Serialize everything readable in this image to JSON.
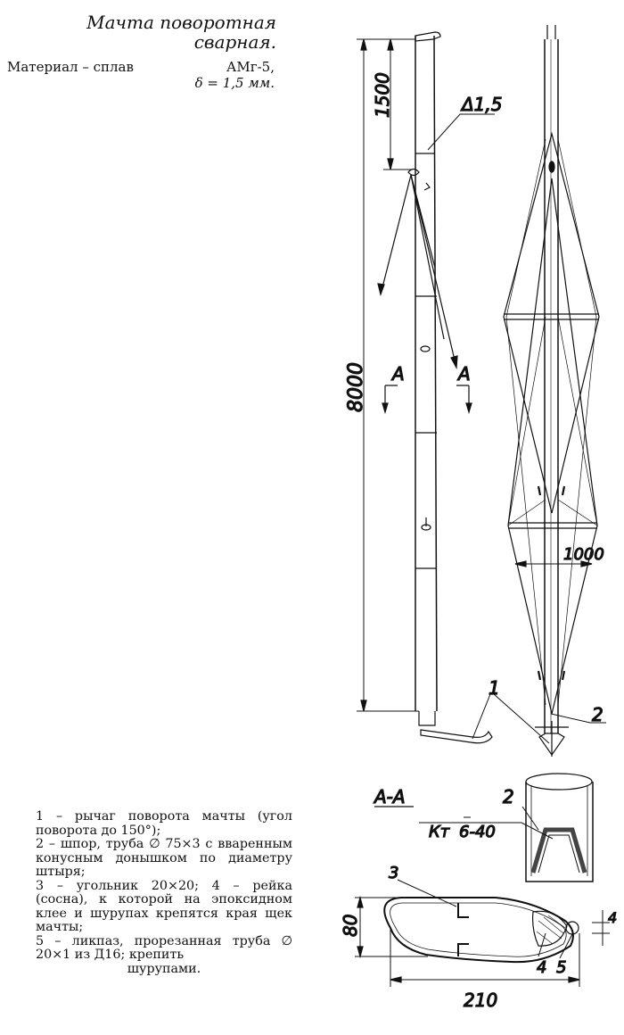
{
  "title": {
    "line1": "Мачта поворотная",
    "line2": "сварная."
  },
  "material": {
    "label": "Материал – сплав",
    "alloy": "АМг-5,",
    "thickness": "δ = 1,5 мм."
  },
  "dimensions": {
    "height_total": "8000",
    "top_segment": "1500",
    "weld": "Δ1,5",
    "spreader_width": "1000",
    "section_height": "80",
    "section_width": "210",
    "slot": "4"
  },
  "section": {
    "mark_left": "А",
    "mark_right": "А",
    "title": "А-А",
    "weld_symbol": "Кт",
    "weld_spec": "6-40"
  },
  "callouts": [
    "1",
    "2",
    "3",
    "4",
    "5"
  ],
  "legend": [
    "1 – рычаг поворота мачты (угол поворота до 150°);",
    "2 – шпор, труба ∅ 75×3 с вваренным конусным донышком по диаметру штыря;",
    "3 – угольник 20×20; 4 – рейка (сосна), к которой на эпоксидном клее и шурупах крепятся края щек мачты;",
    "5 – ликпаз, прорезанная труба ∅ 20×1 из Д16; крепить",
    "шурупами."
  ]
}
